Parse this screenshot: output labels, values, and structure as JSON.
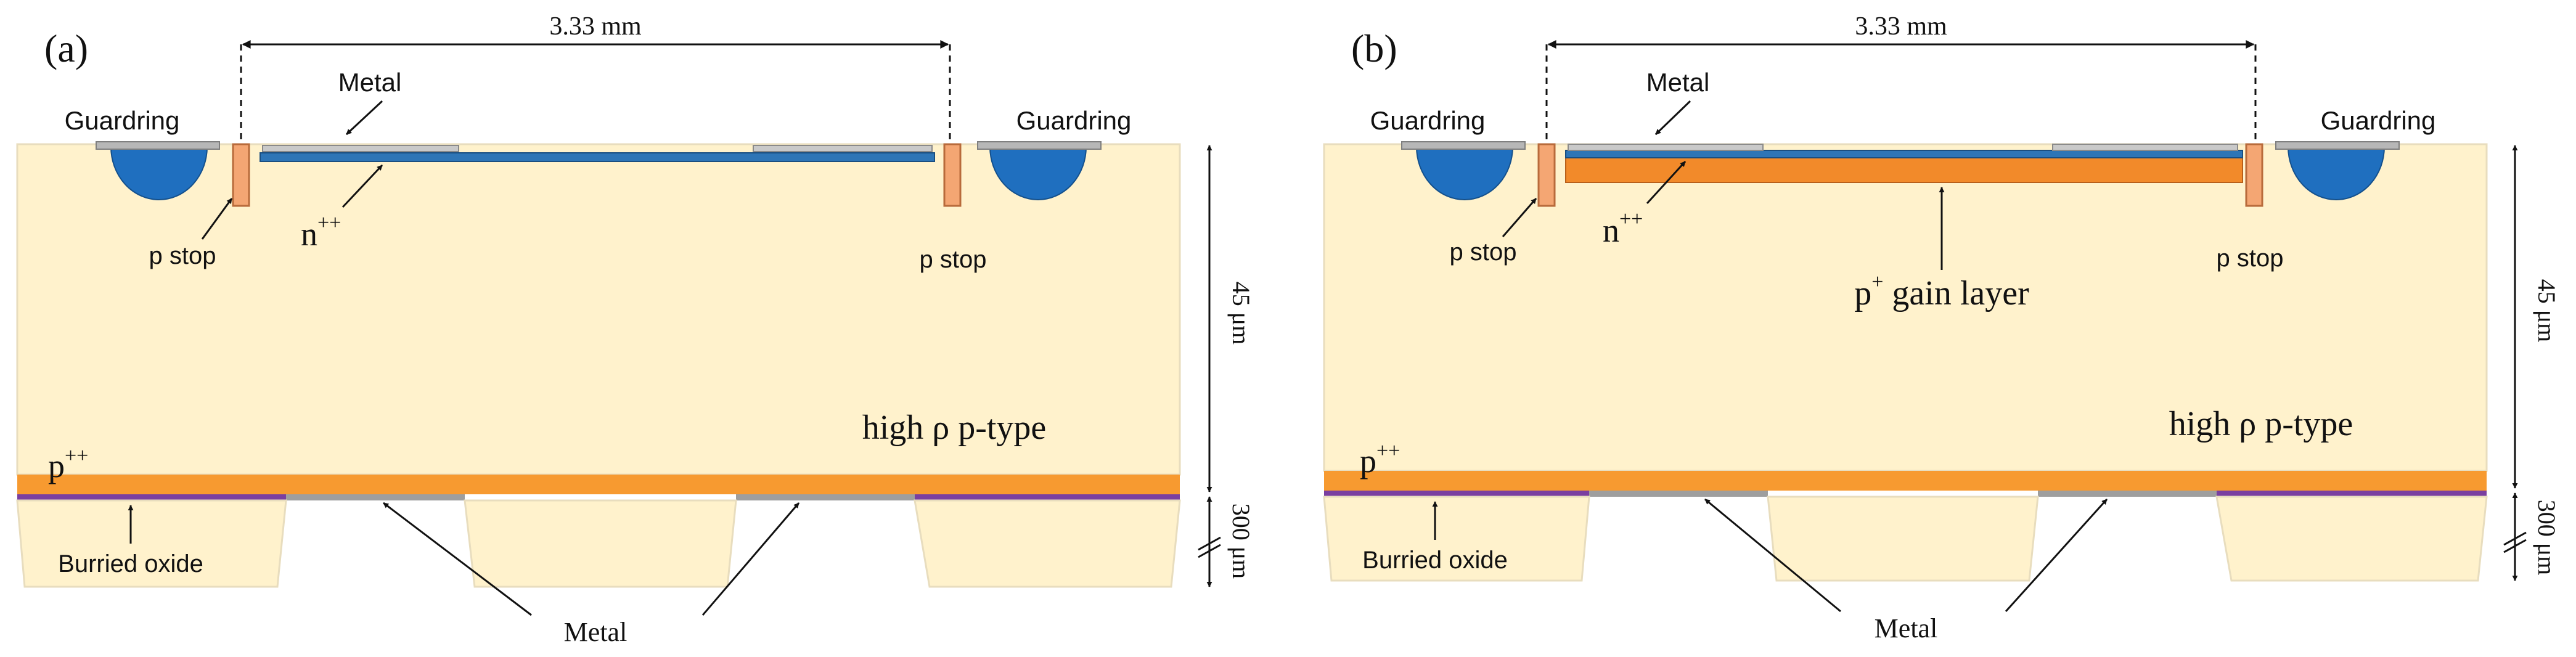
{
  "colors": {
    "bulk": "#FFF2CC",
    "bulk_edge": "#E8DDBE",
    "pplus_plus": "#F79A30",
    "gain_layer": "#F28A2A",
    "n_plus_plus": "#2E75B6",
    "guardring": "#1F6FBF",
    "p_stop": "#F4A673",
    "metal": "#B7B7B7",
    "oxide": "#7A3FA0"
  },
  "panels": [
    {
      "label": "(a)",
      "width_dim": "3.33 mm",
      "metal_top": "Metal",
      "guardring_left": "Guardring",
      "guardring_right": "Guardring",
      "p_stop_left": "p stop",
      "p_stop_right": "p stop",
      "n_base": "n",
      "n_sup": "++",
      "bulk": "high ρ p-type",
      "p_base": "p",
      "p_sup": "++",
      "oxide": "Burried oxide",
      "metal_bottom": "Metal",
      "thick_45": "45 μm",
      "thick_300": "300 μm",
      "has_gain": false
    },
    {
      "label": "(b)",
      "width_dim": "3.33 mm",
      "metal_top": "Metal",
      "guardring_left": "Guardring",
      "guardring_right": "Guardring",
      "p_stop_left": "p stop",
      "p_stop_right": "p stop",
      "n_base": "n",
      "n_sup": "++",
      "gain_base": "p",
      "gain_sup": "+",
      "gain_rest": " gain layer",
      "bulk": "high ρ p-type",
      "p_base": "p",
      "p_sup": "++",
      "oxide": "Burried oxide",
      "metal_bottom": "Metal",
      "thick_45": "45 μm",
      "thick_300": "300 μm",
      "has_gain": true
    }
  ]
}
